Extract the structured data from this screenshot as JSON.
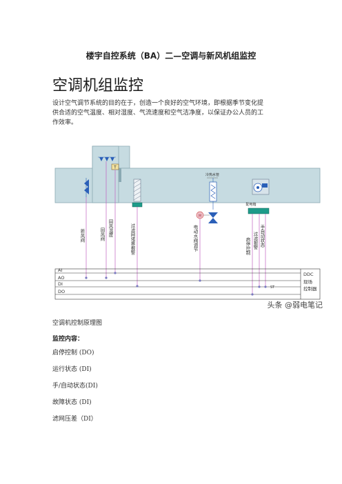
{
  "document": {
    "title": "楼宇自控系统（BA）二—空调与新风机组监控",
    "section_heading": "空调机组监控",
    "intro_lines": [
      "设计空气调节系统的目的在于，创造一个良好的空气环境，即根据季节变化提",
      "供合适的空气温度、相对湿度、气流速度和空气洁净度，以保证办公人员的工",
      "作效率。"
    ],
    "caption": "空调机控制原理图",
    "monitor_heading": "监控内容：",
    "monitor_items": [
      "启停控制 (DO)",
      "运行状态 (DI)",
      "手/自动状态(DI)",
      "故障状态 (DI)",
      "滤网压差（DI）"
    ]
  },
  "diagram": {
    "duct_labels": [
      "冷热水管",
      "配电箱"
    ],
    "vertical_labels": [
      "新风阀",
      "回风阀",
      "回风温度",
      "过滤网堵塞报警",
      "电动水阀调节",
      "启停控制",
      "过滤报警",
      "手自动状态"
    ],
    "signal_rows": [
      "AI",
      "AO",
      "DI",
      "DO"
    ],
    "ddc_label": "DDC",
    "ddc_sub": [
      "现场",
      "控制器"
    ],
    "sensor_symbol": "T",
    "small_note": "ST",
    "watermark": "头条 @弱电笔记"
  },
  "colors": {
    "duct": "#c6dbe1",
    "duct_edge": "#8aa9b3",
    "lead": "#c060c0",
    "damper": "#2a5fb8",
    "filter": "#1e9b8a",
    "motor": "#d06060"
  }
}
